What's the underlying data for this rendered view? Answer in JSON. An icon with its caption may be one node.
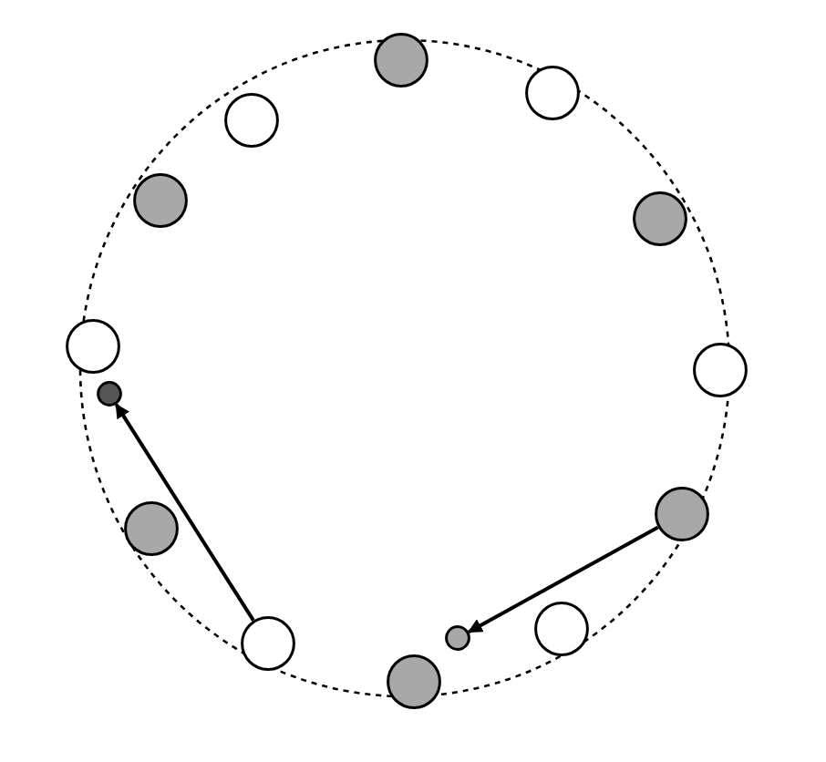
{
  "diagram": {
    "nodes": [
      {
        "text": [],
        "shape": "circle"
      },
      {
        "text": [],
        "shape": "circle"
      },
      {
        "text": [],
        "shape": "circle"
      },
      {
        "text": [],
        "shape": "circle"
      },
      {
        "text": [],
        "shape": "circle"
      },
      {
        "text": [],
        "shape": "circle"
      },
      {
        "text": [],
        "shape": "circle"
      },
      {
        "text": [],
        "shape": "circle"
      },
      {
        "text": [],
        "shape": "circle"
      },
      {
        "text": [],
        "shape": "circle"
      },
      {
        "text": [],
        "shape": "circle"
      },
      {
        "text": [],
        "shape": "circle"
      },
      {
        "text": [],
        "shape": "circle"
      },
      {
        "text": [],
        "shape": "circle"
      }
    ],
    "edges": [
      {
        "from": 11,
        "to": 7,
        "arrow": "to"
      },
      {
        "from": 8,
        "to": 12,
        "arrow": "to"
      }
    ]
  }
}
